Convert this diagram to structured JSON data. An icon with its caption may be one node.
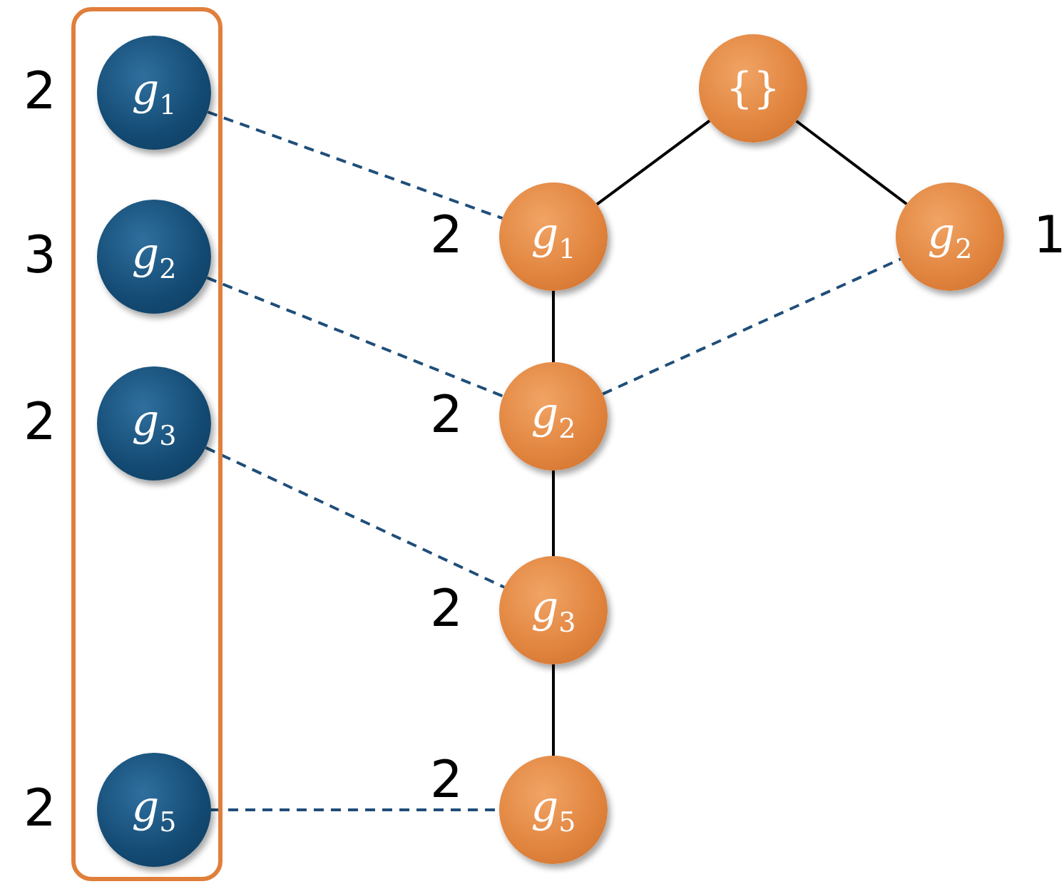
{
  "diagram": {
    "nodes": [
      {
        "text": [],
        "shape": "box"
      },
      {
        "text": [
          "*g*$_{1}$"
        ],
        "in": 0,
        "beside": [
          "2"
        ]
      },
      {
        "text": [
          "*g*$_{2}$"
        ],
        "in": 0,
        "beside": [
          "3"
        ]
      },
      {
        "text": [
          "*g*$_{3}$"
        ],
        "in": 0,
        "beside": [
          "2"
        ]
      },
      {
        "text": [
          "*g*$_{5}$"
        ],
        "in": 0,
        "beside": [
          "2"
        ]
      },
      {
        "text": [
          "{}"
        ]
      },
      {
        "text": [
          "*g*$_{1}$"
        ],
        "beside": [
          "2"
        ]
      },
      {
        "text": [
          "*g*$_{2}$"
        ],
        "beside": [
          "1"
        ]
      },
      {
        "text": [
          "*g*$_{2}$"
        ],
        "beside": [
          "2"
        ]
      },
      {
        "text": [
          "*g*$_{3}$"
        ],
        "beside": [
          "2"
        ]
      },
      {
        "text": [
          "*g*$_{5}$"
        ],
        "beside": [
          "2"
        ]
      }
    ],
    "edges": [
      {
        "from": 6,
        "to": 5,
        "arrow": "none"
      },
      {
        "from": 7,
        "to": 5,
        "arrow": "none"
      },
      {
        "from": 8,
        "to": 6,
        "arrow": "none"
      },
      {
        "from": 9,
        "to": 8,
        "arrow": "none"
      },
      {
        "from": 10,
        "to": 9,
        "arrow": "none"
      },
      {
        "from": 1,
        "to": 6,
        "arrow": "none",
        "style": "dashed",
        "color": "#1f4e79"
      },
      {
        "from": 2,
        "to": 8,
        "arrow": "none",
        "style": "dashed",
        "color": "#1f4e79"
      },
      {
        "from": 8,
        "to": 7,
        "arrow": "none",
        "style": "dashed",
        "color": "#1f4e79"
      },
      {
        "from": 3,
        "to": 9,
        "arrow": "none",
        "style": "dashed",
        "color": "#1f4e79"
      },
      {
        "from": 4,
        "to": 10,
        "arrow": "none",
        "style": "dashed",
        "color": "#1f4e79"
      }
    ]
  }
}
